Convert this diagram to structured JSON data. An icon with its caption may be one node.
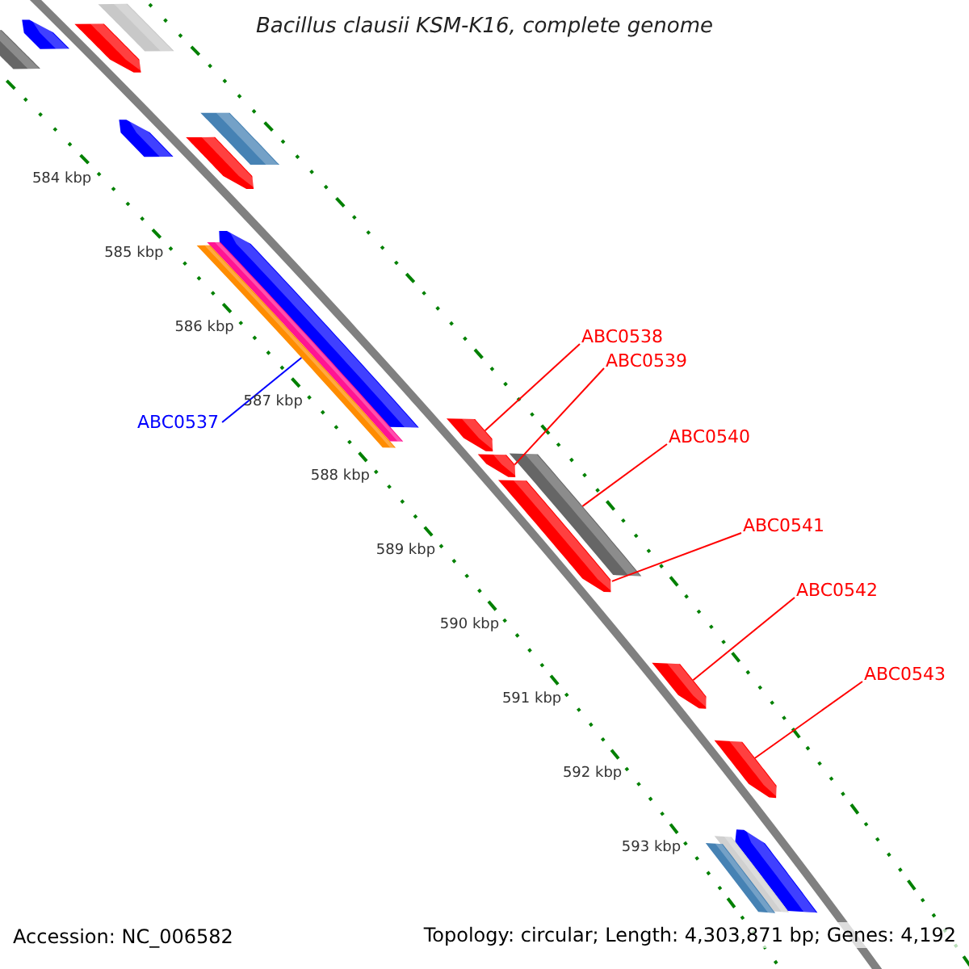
{
  "diagram": {
    "title": "Bacillus clausii KSM-K16, complete genome",
    "nodes": [
      {
        "text": [
          "ABC0537"
        ]
      },
      {
        "text": [
          "ABC0538"
        ]
      },
      {
        "text": [
          "ABC0539"
        ]
      },
      {
        "text": [
          "ABC0540"
        ]
      },
      {
        "text": [
          "ABC0541"
        ]
      },
      {
        "text": [
          "ABC0542"
        ]
      },
      {
        "text": [
          "ABC0543"
        ]
      },
      {
        "text": [],
        "shape": "bar"
      },
      {
        "text": [],
        "shape": "arrow"
      },
      {
        "text": [],
        "shape": "arrow"
      },
      {
        "text": [],
        "shape": "bar"
      },
      {
        "text": [],
        "shape": "arrow"
      },
      {
        "text": [],
        "shape": "arrow"
      },
      {
        "text": [],
        "shape": "arrow"
      },
      {
        "text": [],
        "shape": "arrow"
      },
      {
        "text": [],
        "shape": "arrow"
      },
      {
        "text": [],
        "shape": "bar"
      },
      {
        "text": [],
        "shape": "bar"
      },
      {
        "text": [],
        "shape": "arrow"
      },
      {
        "text": [],
        "shape": "arrow"
      },
      {
        "text": [],
        "shape": "bar"
      },
      {
        "text": [],
        "shape": "arrow"
      },
      {
        "text": [],
        "shape": "bar"
      },
      {
        "text": [],
        "shape": "arrow"
      },
      {
        "text": [],
        "shape": "bar"
      },
      {
        "text": [],
        "shape": "bar"
      }
    ],
    "edges": [
      {
        "from": 0,
        "to": 7,
        "arrow": "none",
        "color": "#0000ff"
      },
      {
        "from": 1,
        "to": 8,
        "arrow": "none"
      },
      {
        "from": 2,
        "to": 9,
        "arrow": "none"
      },
      {
        "from": 3,
        "to": 10,
        "arrow": "none"
      },
      {
        "from": 4,
        "to": 11,
        "arrow": "none"
      },
      {
        "from": 5,
        "to": 12,
        "arrow": "none"
      },
      {
        "from": 6,
        "to": 13,
        "arrow": "none"
      }
    ],
    "labels": [
      "584 kbp",
      "585 kbp",
      "586 kbp",
      "587 kbp",
      "588 kbp",
      "589 kbp",
      "590 kbp",
      "591 kbp",
      "592 kbp",
      "593 kbp",
      "Accession: NC_006582",
      "Topology: circular; Length: 4,303,871 bp; Genes: 4,192"
    ]
  }
}
